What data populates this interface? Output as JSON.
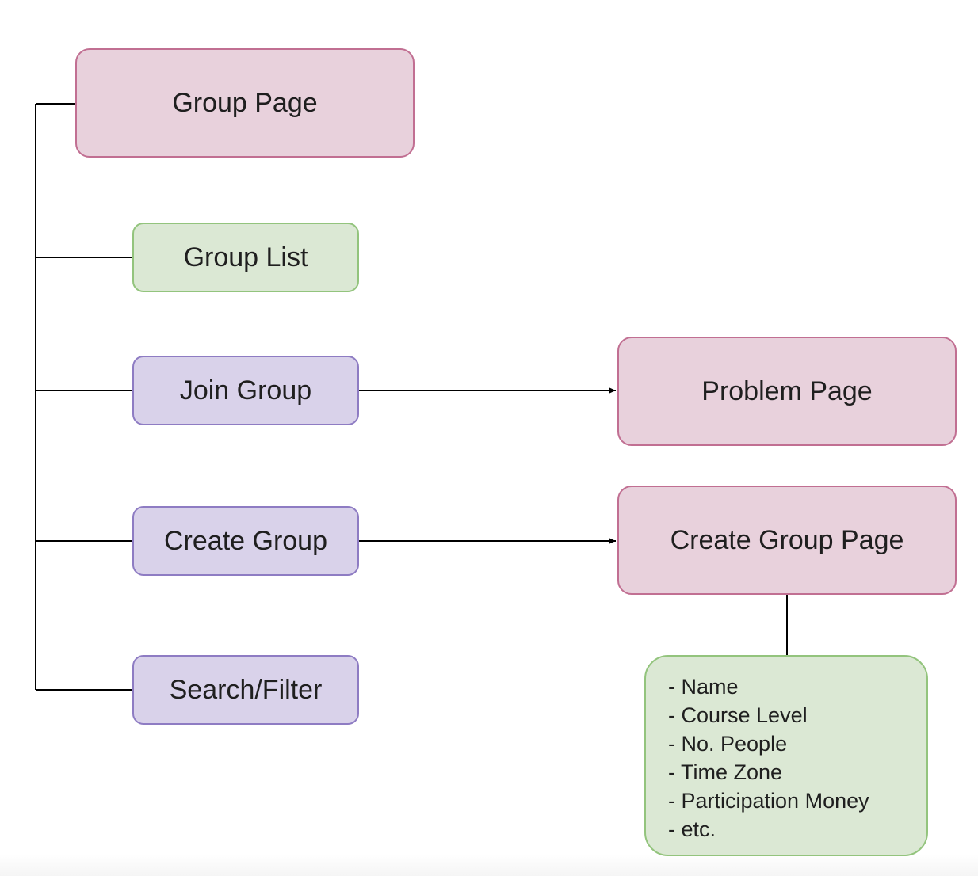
{
  "nodes": {
    "group_page": "Group Page",
    "group_list": "Group List",
    "join_group": "Join Group",
    "create_group": "Create Group",
    "search_filter": "Search/Filter",
    "problem_page": "Problem Page",
    "create_group_page": "Create Group Page"
  },
  "details": {
    "items": [
      "- Name",
      "- Course Level",
      "- No. People",
      "- Time Zone",
      "- Participation Money",
      "- etc."
    ]
  },
  "colors": {
    "pink_fill": "#e8d1dc",
    "pink_border": "#c16f92",
    "green_fill": "#dbe8d4",
    "green_border": "#93c47d",
    "purple_fill": "#d9d2ea",
    "purple_border": "#8e7cc3",
    "line": "#000000"
  }
}
